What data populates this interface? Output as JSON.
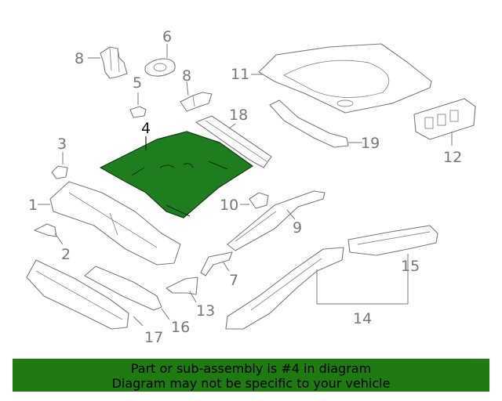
{
  "diagram": {
    "callouts": {
      "c1": "1",
      "c2": "2",
      "c3": "3",
      "c4": "4",
      "c5": "5",
      "c6": "6",
      "c7": "7",
      "c8a": "8",
      "c8b": "8",
      "c9": "9",
      "c10": "10",
      "c11": "11",
      "c12": "12",
      "c13": "13",
      "c14": "14",
      "c15": "15",
      "c16": "16",
      "c17": "17",
      "c18": "18",
      "c19": "19"
    },
    "highlighted_part": "4",
    "highlight_color": "#1e7d1e"
  },
  "banner": {
    "line1": "Part or sub-assembly is #4 in diagram",
    "line2": "Diagram may not be specific to your vehicle",
    "background": "#1f7a12"
  }
}
